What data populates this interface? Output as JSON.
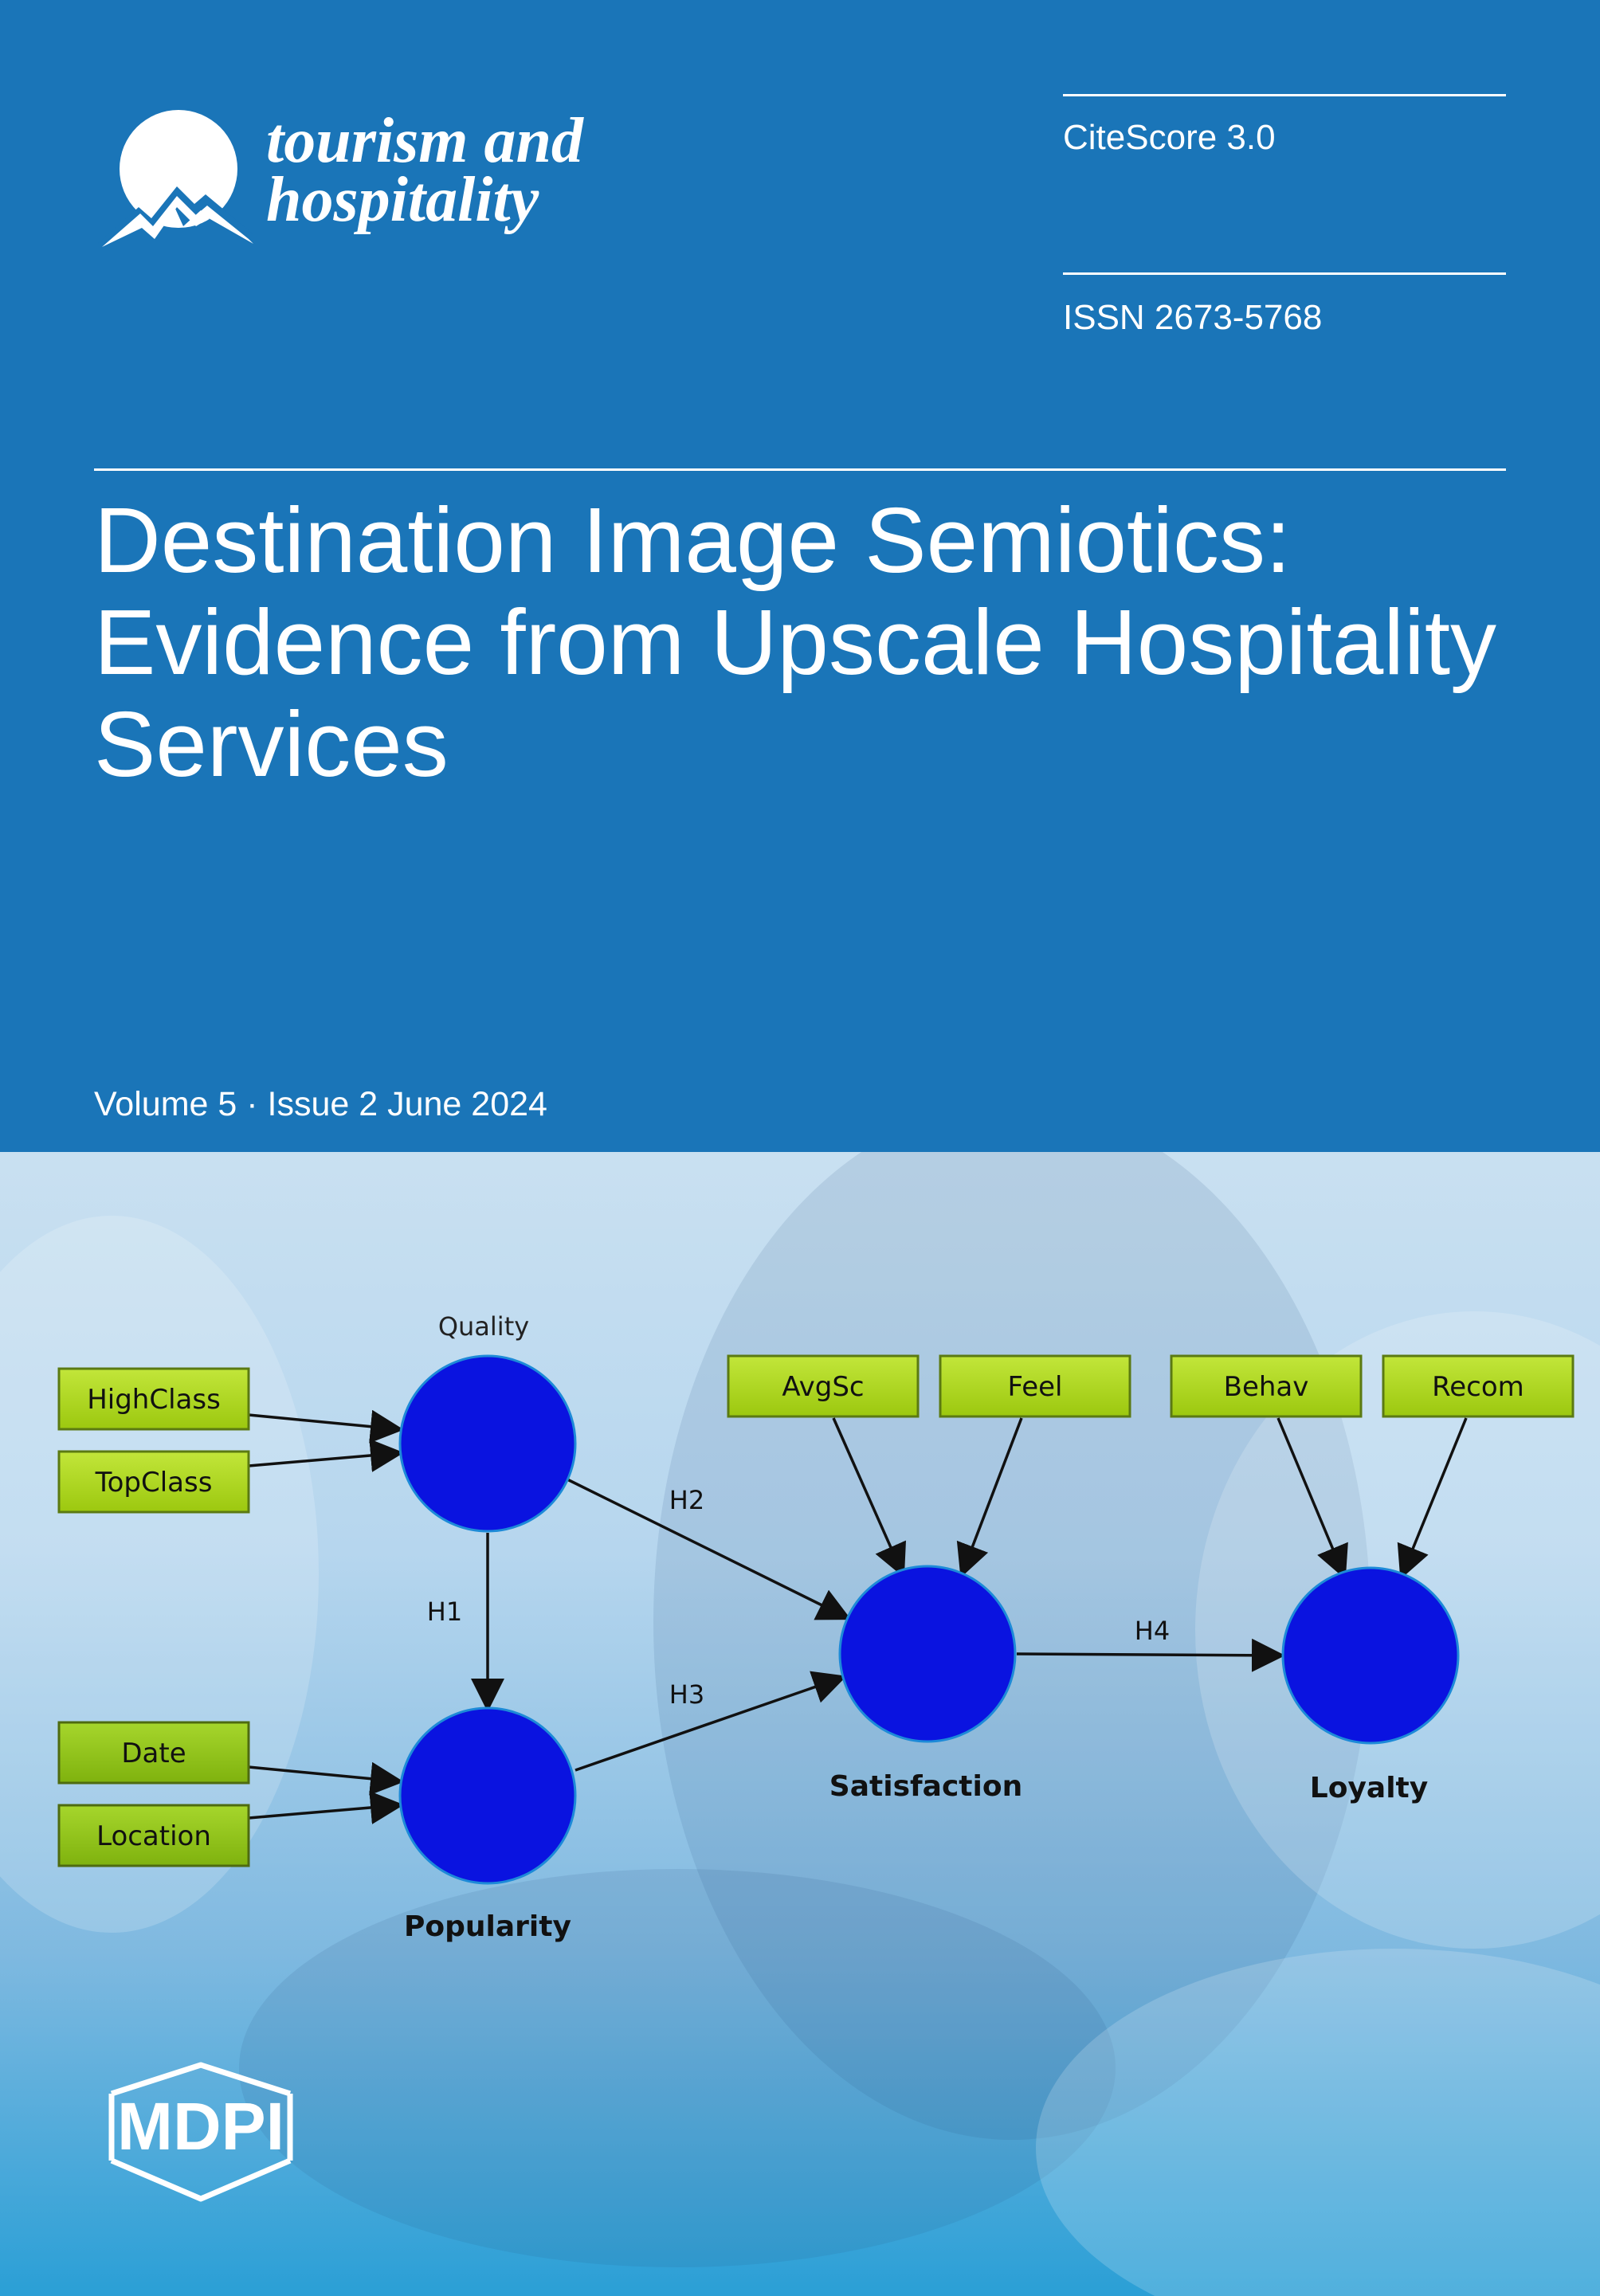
{
  "journal": {
    "name_line1": "tourism and",
    "name_line2": "hospitality"
  },
  "meta": {
    "citescore": "CiteScore 3.0",
    "issn": "ISSN 2673-5768"
  },
  "article": {
    "title": "Destination Image Semiotics: Evidence from Upscale Hospitality Services"
  },
  "issue": {
    "volume_line": "Volume 5 · Issue 2 June 2024"
  },
  "diagram": {
    "constructs": {
      "quality": "Quality",
      "popularity": "Popularity",
      "satisfaction": "Satisfaction",
      "loyalty": "Loyalty"
    },
    "indicators": {
      "highclass": "HighClass",
      "topclass": "TopClass",
      "date": "Date",
      "location": "Location",
      "avgsc": "AvgSc",
      "feel": "Feel",
      "behav": "Behav",
      "recom": "Recom"
    },
    "paths": {
      "h1": "H1",
      "h2": "H2",
      "h3": "H3",
      "h4": "H4"
    },
    "colors": {
      "construct_fill": "#0a13e0",
      "indicator_fill": "#a8d418",
      "arrow": "#111111"
    }
  },
  "publisher": {
    "logo_text": "MDPI"
  }
}
